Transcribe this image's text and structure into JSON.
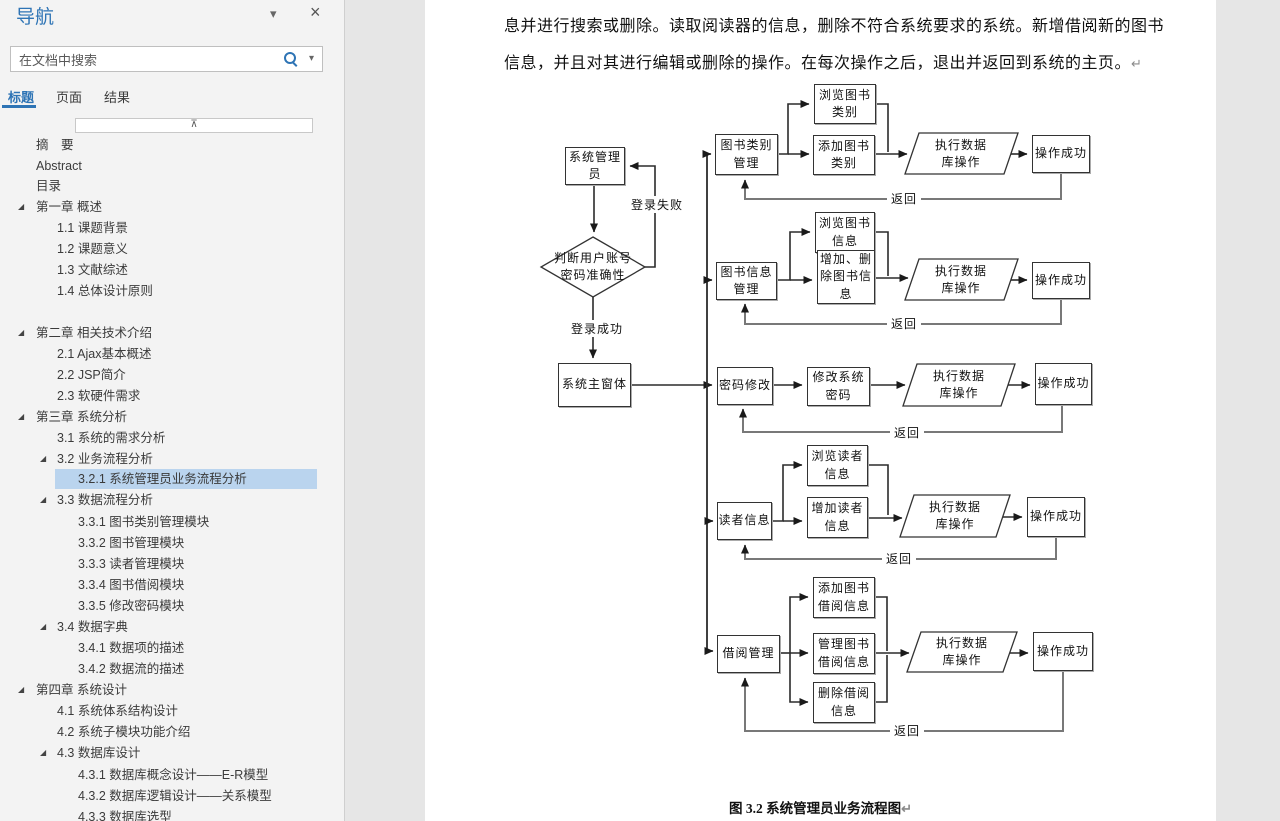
{
  "nav": {
    "title": "导航",
    "search_placeholder": "在文档中搜索",
    "icons": {
      "collapse": "◢",
      "dropdown": "▾",
      "close": "×",
      "top": "⊼"
    },
    "tabs": [
      {
        "label": "标题"
      },
      {
        "label": "页面"
      },
      {
        "label": "结果"
      }
    ],
    "items": [
      {
        "label": "摘　要",
        "level": 1
      },
      {
        "label": "Abstract",
        "level": 1
      },
      {
        "label": "目录",
        "level": 1
      },
      {
        "label": "第一章 概述",
        "level": 1,
        "expanded": true
      },
      {
        "label": "1.1 课题背景",
        "level": 2
      },
      {
        "label": "1.2 课题意义",
        "level": 2
      },
      {
        "label": "1.3 文献综述",
        "level": 2
      },
      {
        "label": "1.4 总体设计原则",
        "level": 2
      },
      {
        "label": "第二章 相关技术介绍",
        "level": 1,
        "expanded": true
      },
      {
        "label": "2.1 Ajax基本概述",
        "level": 2
      },
      {
        "label": "2.2 JSP简介",
        "level": 2
      },
      {
        "label": "2.3 软硬件需求",
        "level": 2
      },
      {
        "label": "第三章 系统分析",
        "level": 1,
        "expanded": true
      },
      {
        "label": "3.1 系统的需求分析",
        "level": 2
      },
      {
        "label": "3.2 业务流程分析",
        "level": 2,
        "expanded": true
      },
      {
        "label": "3.2.1 系统管理员业务流程分析",
        "level": 3,
        "selected": true
      },
      {
        "label": "3.3 数据流程分析",
        "level": 2,
        "expanded": true
      },
      {
        "label": "3.3.1 图书类别管理模块",
        "level": 3
      },
      {
        "label": "3.3.2 图书管理模块",
        "level": 3
      },
      {
        "label": "3.3.3 读者管理模块",
        "level": 3
      },
      {
        "label": "3.3.4 图书借阅模块",
        "level": 3
      },
      {
        "label": "3.3.5 修改密码模块",
        "level": 3
      },
      {
        "label": "3.4 数据字典",
        "level": 2,
        "expanded": true
      },
      {
        "label": "3.4.1 数据项的描述",
        "level": 3
      },
      {
        "label": "3.4.2 数据流的描述",
        "level": 3
      },
      {
        "label": "第四章 系统设计",
        "level": 1,
        "expanded": true
      },
      {
        "label": "4.1 系统体系结构设计",
        "level": 2
      },
      {
        "label": "4.2 系统子模块功能介绍",
        "level": 2
      },
      {
        "label": "4.3 数据库设计",
        "level": 2,
        "expanded": true
      },
      {
        "label": "4.3.1 数据库概念设计——E-R模型",
        "level": 3
      },
      {
        "label": "4.3.2 数据库逻辑设计——关系模型",
        "level": 3
      },
      {
        "label": "4.3.3 数据库选型",
        "level": 3
      }
    ]
  },
  "document": {
    "body_line1": "息并进行搜索或删除。读取阅读器的信息，删除不符合系统要求的系统。新增借阅新的图书",
    "body_line2": "信息，并且对其进行编辑或删除的操作。在每次操作之后，退出并返回到系统的主页。",
    "paragraph_mark": "↵",
    "caption": "图 3.2  系统管理员业务流程图"
  },
  "flowchart": {
    "nodes": {
      "admin": "系统管理员",
      "judge": "判断用户账号密码准确性",
      "main_window": "系统主窗体",
      "category_mgmt": "图书类别管理",
      "browse_category": "浏览图书类别",
      "add_category": "添加图书类别",
      "info_mgmt": "图书信息管理",
      "browse_book_info": "浏览图书信息",
      "add_del_book_info": "增加、删除图书信息",
      "pwd_change": "密码修改",
      "modify_sys_pwd": "修改系统密码",
      "reader_info": "读者信息",
      "browse_reader_info": "浏览读者信息",
      "add_reader_info": "增加读者信息",
      "borrow_mgmt": "借阅管理",
      "add_borrow_info": "添加图书借阅信息",
      "manage_borrow_info": "管理图书借阅信息",
      "del_borrow_info": "删除借阅信息",
      "db_operation": "执行数据库操作",
      "op_success": "操作成功"
    },
    "labels": {
      "login_fail": "登录失败",
      "login_success": "登录成功",
      "return": "返回"
    }
  }
}
